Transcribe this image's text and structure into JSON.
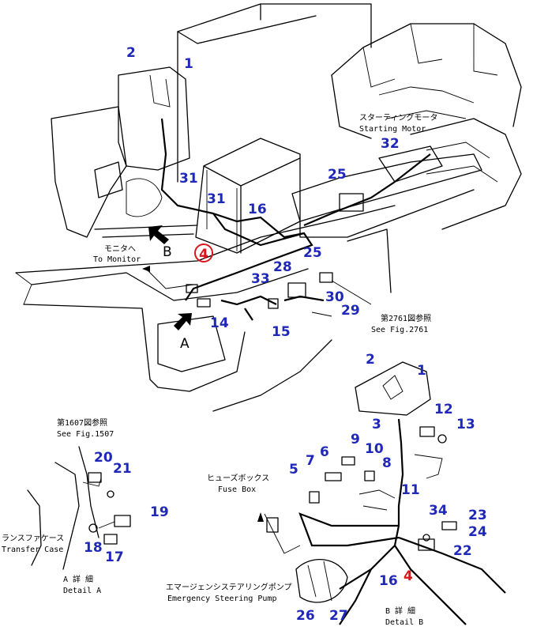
{
  "callouts_main": [
    "1",
    "2",
    "31",
    "31",
    "16",
    "25",
    "25",
    "32",
    "4",
    "28",
    "33",
    "30",
    "29",
    "14",
    "15"
  ],
  "callouts_b": [
    "2",
    "1",
    "3",
    "12",
    "13",
    "9",
    "10",
    "7",
    "6",
    "5",
    "8",
    "11",
    "34",
    "23",
    "24",
    "22",
    "16",
    "4",
    "26",
    "27"
  ],
  "callouts_a": [
    "20",
    "21",
    "19",
    "18",
    "17"
  ],
  "labels": {
    "starting_motor_jp": "スターティングモータ",
    "starting_motor_en": "Starting Motor",
    "monitor_jp": "モニタへ",
    "monitor_en": "To Monitor",
    "fig2761_jp": "第2761図参照",
    "fig2761_en": "See Fig.2761",
    "fig1507_jp": "第1607図参照",
    "fig1507_en": "See Fig.1507",
    "fuse_jp": "ヒューズボックス",
    "fuse_en": "Fuse Box",
    "transfer_jp": "ランスファケース",
    "transfer_en": "Transfer Case",
    "detail_a_jp": "A 詳 細",
    "detail_a_en": "Detail A",
    "detail_b_jp": "B 詳 細",
    "detail_b_en": "Detail B",
    "pump_jp": "エマージェンシステアリングポンプ",
    "pump_en": "Emergency Steering Pump",
    "view_a": "A",
    "view_b": "B"
  },
  "colors": {
    "callout": "#1f28b8",
    "highlight": "#d8171b",
    "ink": "#000000"
  }
}
